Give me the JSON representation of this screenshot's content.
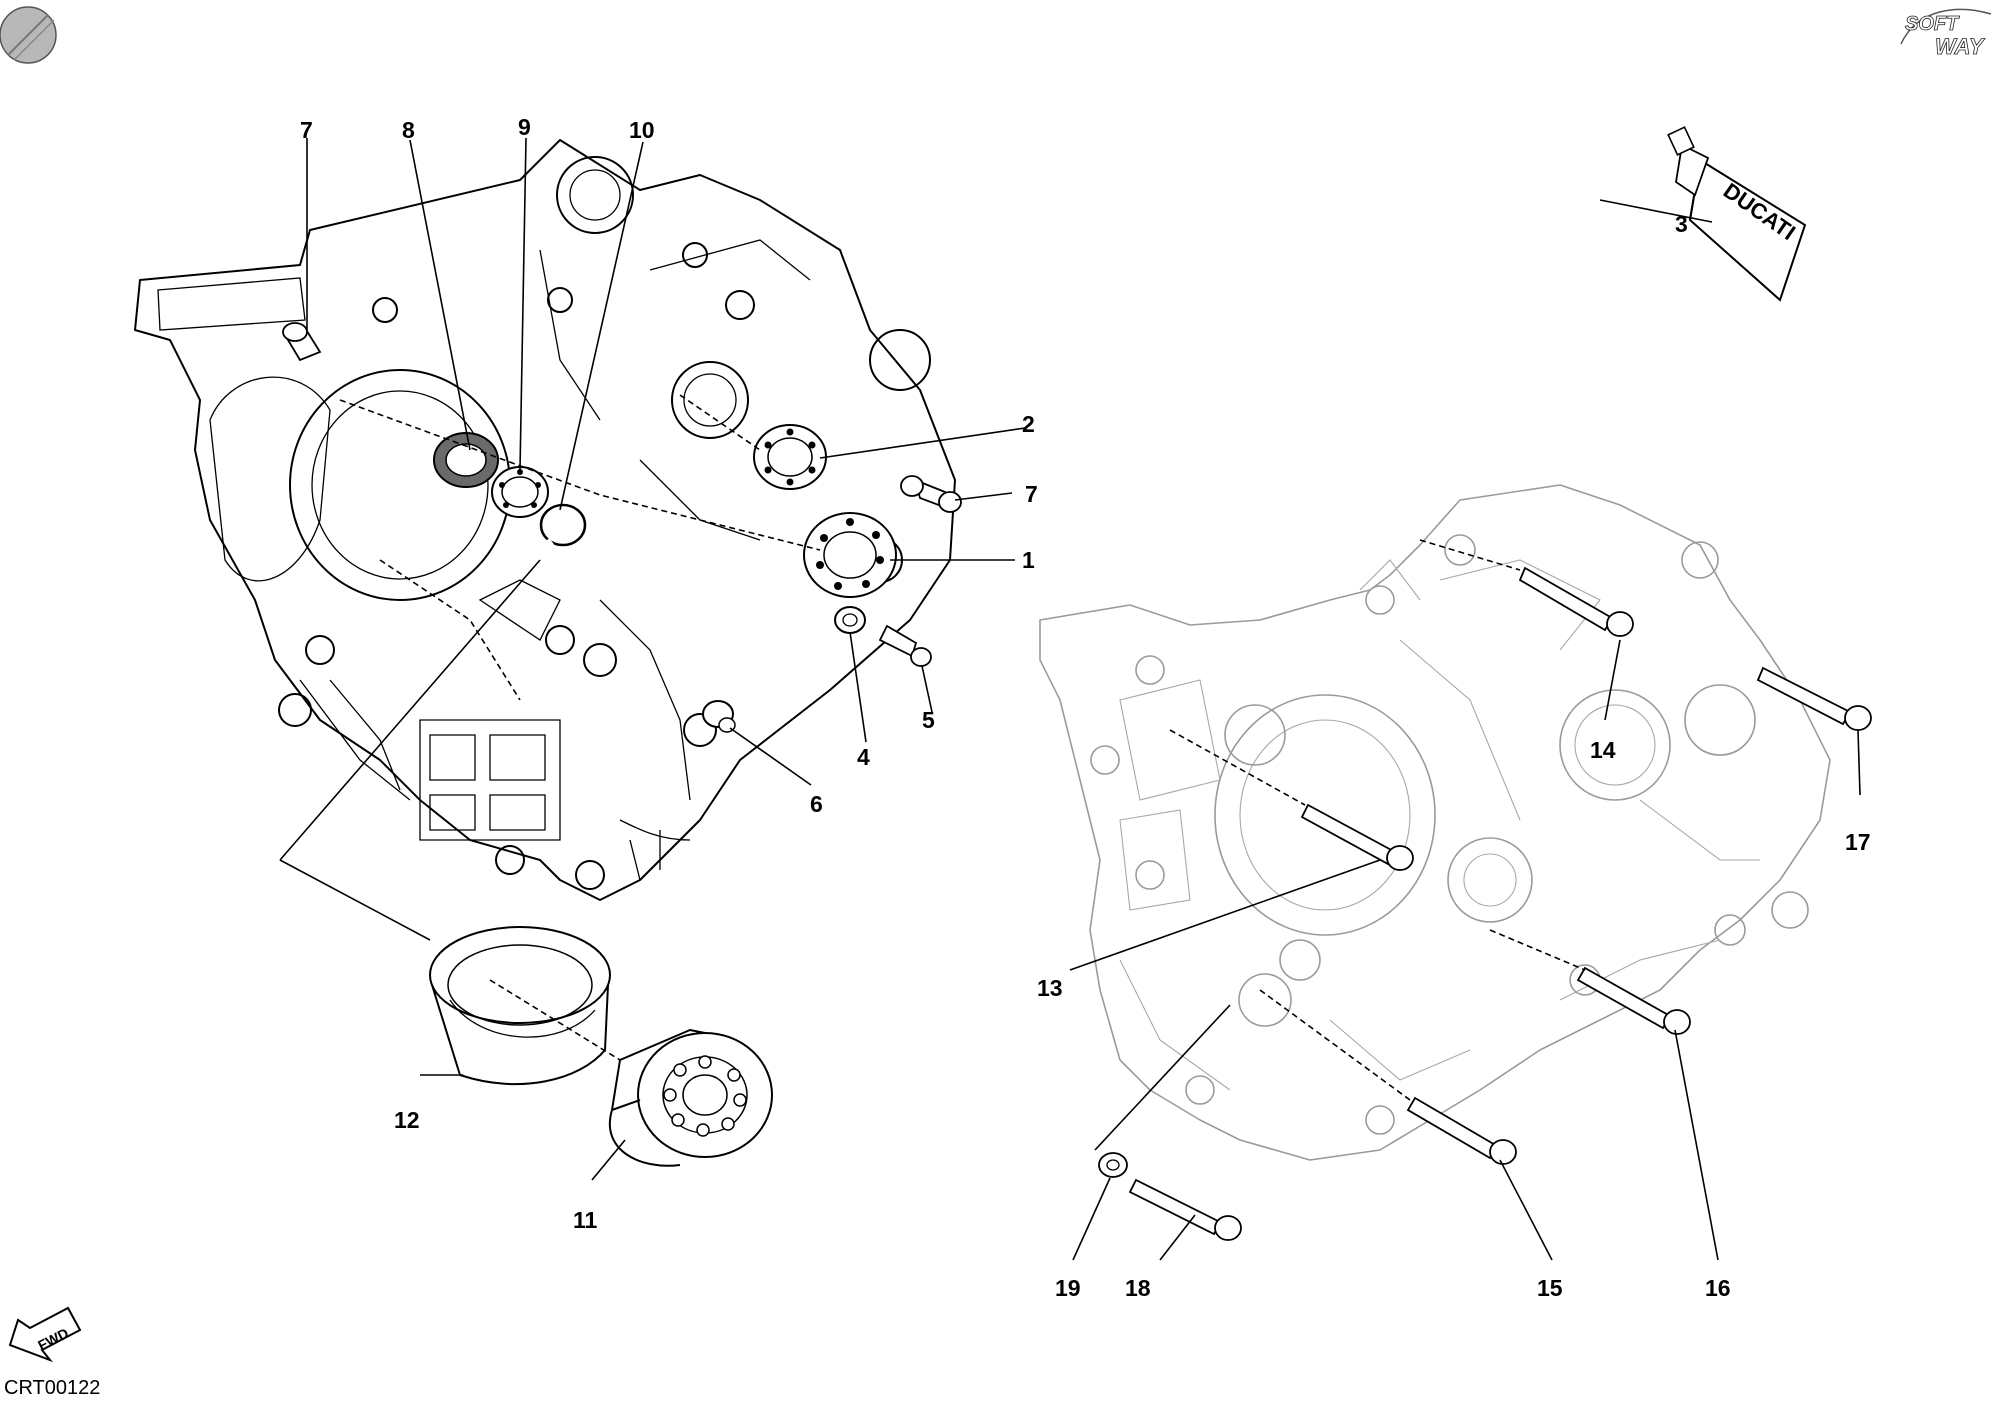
{
  "drawing_code": "CRT00122",
  "brand_mark": {
    "line1": "SOFT",
    "line2": "WAY"
  },
  "fwd_label": "FWD",
  "tube_label": "DUCATI",
  "callouts": [
    {
      "id": "1",
      "label": "1"
    },
    {
      "id": "2",
      "label": "2"
    },
    {
      "id": "3",
      "label": "3"
    },
    {
      "id": "4",
      "label": "4"
    },
    {
      "id": "5",
      "label": "5"
    },
    {
      "id": "6",
      "label": "6"
    },
    {
      "id": "7a",
      "label": "7"
    },
    {
      "id": "7b",
      "label": "7"
    },
    {
      "id": "8",
      "label": "8"
    },
    {
      "id": "9",
      "label": "9"
    },
    {
      "id": "10",
      "label": "10"
    },
    {
      "id": "11",
      "label": "11"
    },
    {
      "id": "12",
      "label": "12"
    },
    {
      "id": "13",
      "label": "13"
    },
    {
      "id": "14",
      "label": "14"
    },
    {
      "id": "15",
      "label": "15"
    },
    {
      "id": "16",
      "label": "16"
    },
    {
      "id": "17",
      "label": "17"
    },
    {
      "id": "18",
      "label": "18"
    },
    {
      "id": "19",
      "label": "19"
    }
  ]
}
